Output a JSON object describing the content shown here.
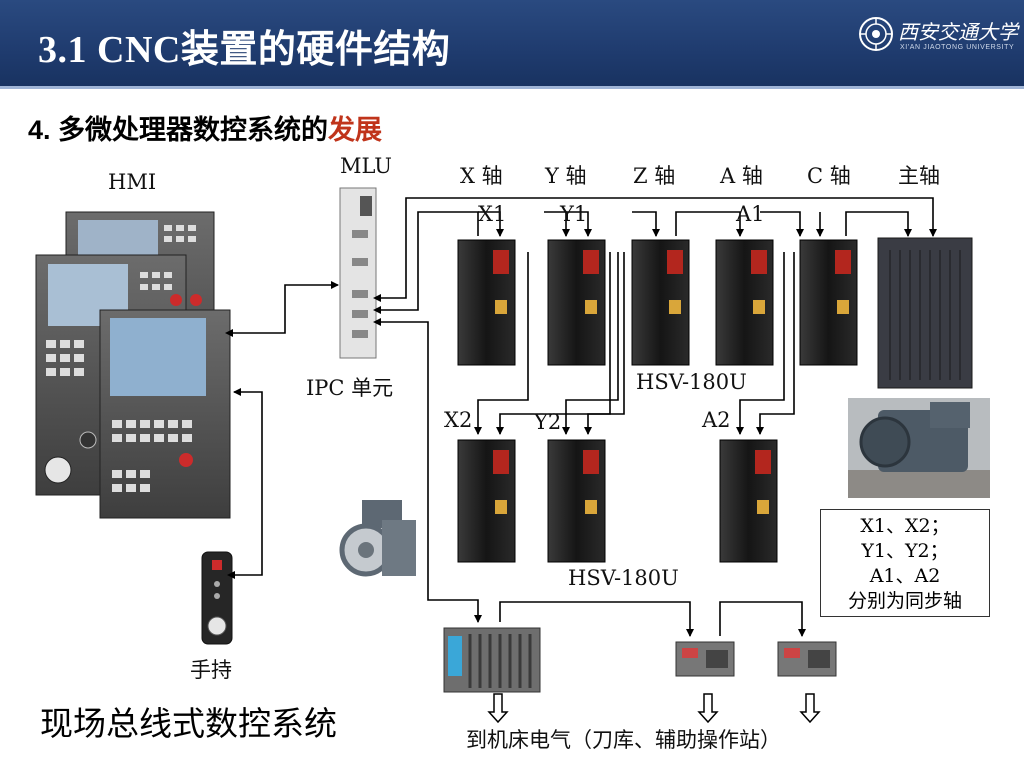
{
  "header": {
    "title": "3.1 CNC装置的硬件结构",
    "logo_text": "西安交通大学",
    "logo_sub": "XI'AN JIAOTONG UNIVERSITY"
  },
  "subtitle": {
    "prefix": "4.  多微处理器数控系统的",
    "highlight": "发展"
  },
  "labels": {
    "hmi": "HMI",
    "mlu": "MLU",
    "ipc": "IPC 单元",
    "handheld": "手持",
    "hsv_top": "HSV-180U",
    "hsv_bottom": "HSV-180U",
    "output": "到机床电气（刀库、辅助操作站）"
  },
  "axes": [
    "X 轴",
    "Y 轴",
    "Z 轴",
    "A 轴",
    "C 轴",
    "主轴"
  ],
  "drive_tags": {
    "x1": "X1",
    "y1": "Y1",
    "a1": "A1",
    "x2": "X2",
    "y2": "Y2",
    "a2": "A2"
  },
  "sync_note": [
    "X1、X2；",
    "Y1、Y2；",
    "A1、A2",
    "分别为同步轴"
  ],
  "footer_title": "现场总线式数控系统",
  "colors": {
    "header_bg": "#1f3b6e",
    "highlight": "#c0341b",
    "drive_body": "#1a1a1a"
  }
}
